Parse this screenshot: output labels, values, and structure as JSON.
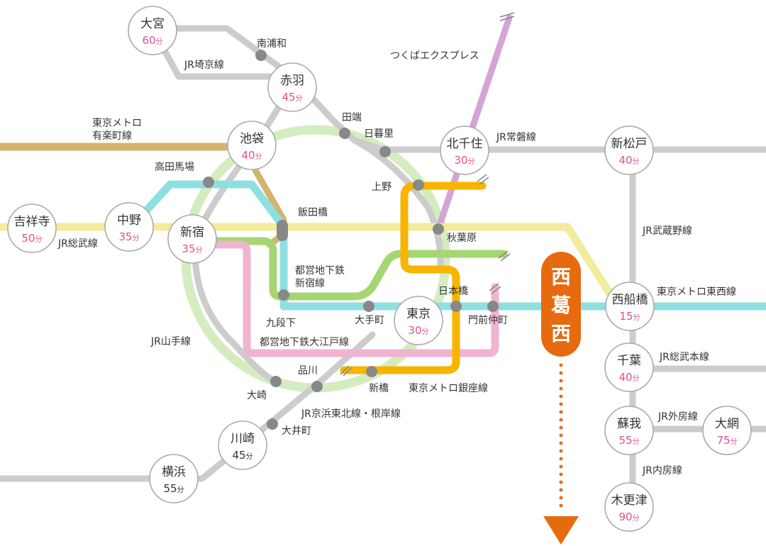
{
  "colors": {
    "jr_gray": "#cccccc",
    "yamanote": "#d4edc0",
    "sobu": "#f2ec9c",
    "yurakucho": "#d2b46e",
    "tozai": "#8ee0e0",
    "shinjuku": "#a6d672",
    "oedo": "#f0b4d0",
    "ginza": "#f7b500",
    "tx": "#d4a5d4",
    "station_dot": "#888888",
    "circle_border": "#aaaaaa",
    "time_pink": "#e0508a",
    "time_dark": "#333333",
    "dest_orange": "#e86a10"
  },
  "major_stations": [
    {
      "id": "omiya",
      "name": "大宮",
      "time": "60",
      "unit": "分",
      "time_color": "pink"
    },
    {
      "id": "akabane",
      "name": "赤羽",
      "time": "45",
      "unit": "分",
      "time_color": "pink"
    },
    {
      "id": "ikebukuro",
      "name": "池袋",
      "time": "40",
      "unit": "分",
      "time_color": "pink"
    },
    {
      "id": "kitasenju",
      "name": "北千住",
      "time": "30",
      "unit": "分",
      "time_color": "pink"
    },
    {
      "id": "shinmatsudo",
      "name": "新松戸",
      "time": "40",
      "unit": "分",
      "time_color": "pink"
    },
    {
      "id": "kichijoji",
      "name": "吉祥寺",
      "time": "50",
      "unit": "分",
      "time_color": "pink"
    },
    {
      "id": "nakano",
      "name": "中野",
      "time": "35",
      "unit": "分",
      "time_color": "pink"
    },
    {
      "id": "shinjuku",
      "name": "新宿",
      "time": "35",
      "unit": "分",
      "time_color": "pink"
    },
    {
      "id": "tokyo",
      "name": "東京",
      "time": "30",
      "unit": "分",
      "time_color": "pink"
    },
    {
      "id": "nishifunabashi",
      "name": "西船橋",
      "time": "15",
      "unit": "分",
      "time_color": "pink"
    },
    {
      "id": "chiba",
      "name": "千葉",
      "time": "40",
      "unit": "分",
      "time_color": "pink"
    },
    {
      "id": "soga",
      "name": "蘇我",
      "time": "55",
      "unit": "分",
      "time_color": "pink"
    },
    {
      "id": "oami",
      "name": "大網",
      "time": "75",
      "unit": "分",
      "time_color": "pink"
    },
    {
      "id": "kisarazu",
      "name": "木更津",
      "time": "90",
      "unit": "分",
      "time_color": "pink"
    },
    {
      "id": "kawasaki",
      "name": "川崎",
      "time": "45",
      "unit": "分",
      "time_color": "dark"
    },
    {
      "id": "yokohama",
      "name": "横浜",
      "time": "55",
      "unit": "分",
      "time_color": "dark"
    }
  ],
  "minor_stations": [
    {
      "id": "minamiurawa",
      "name": "南浦和"
    },
    {
      "id": "tabata",
      "name": "田端"
    },
    {
      "id": "nippori",
      "name": "日暮里"
    },
    {
      "id": "takadanobaba",
      "name": "高田馬場"
    },
    {
      "id": "ueno",
      "name": "上野"
    },
    {
      "id": "iidabashi",
      "name": "飯田橋"
    },
    {
      "id": "akihabara",
      "name": "秋葉原"
    },
    {
      "id": "nihombashi",
      "name": "日本橋"
    },
    {
      "id": "kudanshita",
      "name": "九段下"
    },
    {
      "id": "otemachi",
      "name": "大手町"
    },
    {
      "id": "monzennakacho",
      "name": "門前仲町"
    },
    {
      "id": "shinagawa",
      "name": "品川"
    },
    {
      "id": "shimbashi",
      "name": "新橋"
    },
    {
      "id": "osaki",
      "name": "大崎"
    },
    {
      "id": "oimachi",
      "name": "大井町"
    }
  ],
  "line_labels": [
    {
      "id": "saikyo",
      "text": "JR埼京線"
    },
    {
      "id": "tx",
      "text": "つくばエクスプレス"
    },
    {
      "id": "yurakucho1",
      "text": "東京メトロ"
    },
    {
      "id": "yurakucho2",
      "text": "有楽町線"
    },
    {
      "id": "joban",
      "text": "JR常磐線"
    },
    {
      "id": "musashino",
      "text": "JR武蔵野線"
    },
    {
      "id": "sobu",
      "text": "JR総武線"
    },
    {
      "id": "shinjuku1",
      "text": "都営地下鉄"
    },
    {
      "id": "shinjuku2",
      "text": "新宿線"
    },
    {
      "id": "tozai",
      "text": "東京メトロ東西線"
    },
    {
      "id": "yamanote",
      "text": "JR山手線"
    },
    {
      "id": "oedo",
      "text": "都営地下鉄大江戸線"
    },
    {
      "id": "sobuhonsen",
      "text": "JR総武本線"
    },
    {
      "id": "ginza",
      "text": "東京メトロ銀座線"
    },
    {
      "id": "keihintohoku",
      "text": "JR京浜東北線・根岸線"
    },
    {
      "id": "sotobo",
      "text": "JR外房線"
    },
    {
      "id": "uchibo",
      "text": "JR内房線"
    }
  ],
  "destination": {
    "name_chars": [
      "西",
      "葛",
      "西"
    ]
  }
}
